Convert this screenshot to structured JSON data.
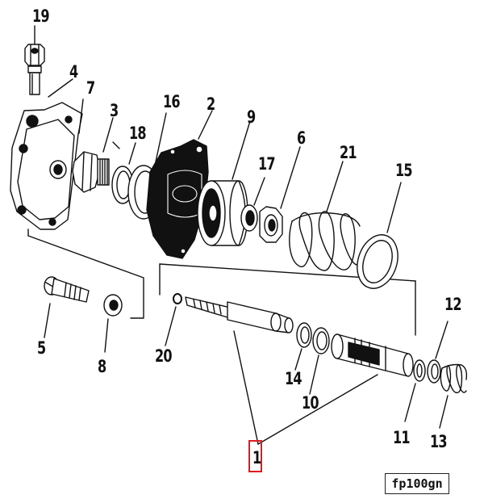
{
  "parts": {
    "p19": "19",
    "p4": "4",
    "p7": "7",
    "p3": "3",
    "p16": "16",
    "p2": "2",
    "p18": "18",
    "p9": "9",
    "p6": "6",
    "p21": "21",
    "p17": "17",
    "p15": "15",
    "p5": "5",
    "p8": "8",
    "p20": "20",
    "p14": "14",
    "p10": "10",
    "p12": "12",
    "p11": "11",
    "p13": "13",
    "p1": "1"
  },
  "drawing_code": "fp100gn",
  "highlight_color": "#e0191e"
}
